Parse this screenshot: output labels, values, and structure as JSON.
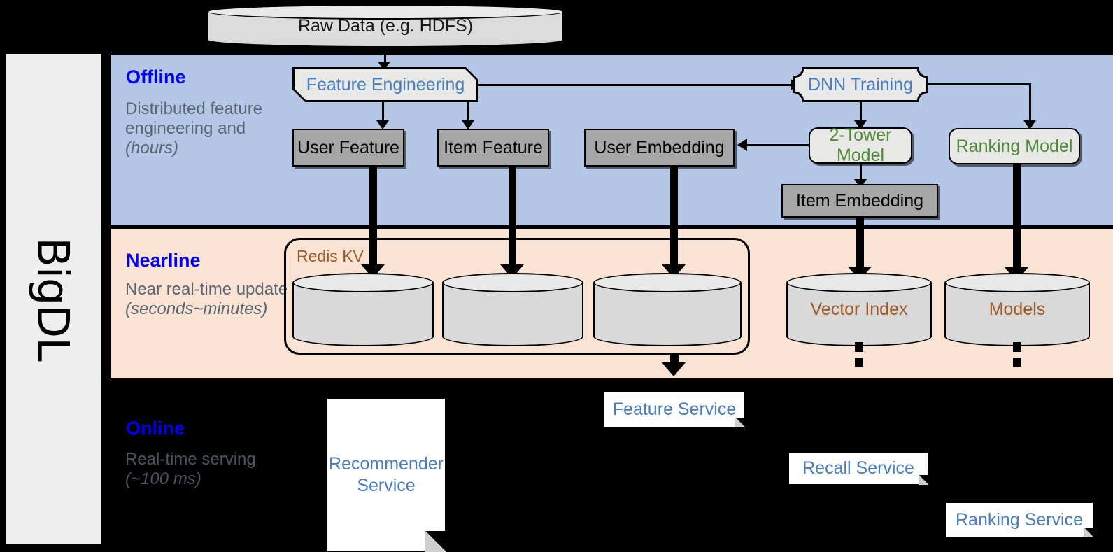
{
  "framework": {
    "name": "BigDL"
  },
  "stages": [
    {
      "id": "offline",
      "title": "Offline",
      "subtitle": "Distributed feature engineering and ",
      "subtitle_em": "(hours)",
      "band_color": "#b4c7e7"
    },
    {
      "id": "nearline",
      "title": "Nearline",
      "subtitle": "Near real-time update ",
      "subtitle_em": "(seconds~minutes)",
      "band_color": "#fbe3d4"
    },
    {
      "id": "online",
      "title": "Online",
      "subtitle": "Real-time serving ",
      "subtitle_em": "(~100 ms)",
      "band_color": "#000000"
    }
  ],
  "source": {
    "label": "Raw Data (e.g. HDFS)"
  },
  "offline": {
    "feature_engineering": "Feature Engineering",
    "dnn_training": "DNN Training",
    "user_feature": "User Feature",
    "item_feature": "Item Feature",
    "user_embedding": "User Embedding",
    "two_tower_model": "2-Tower Model",
    "ranking_model": "Ranking Model",
    "item_embedding": "Item Embedding"
  },
  "nearline": {
    "redis_group": "Redis KV",
    "stores": [
      "",
      "",
      ""
    ],
    "vector_index": "Vector Index",
    "models": "Models"
  },
  "online": {
    "recommender_service_line1": "Recommender",
    "recommender_service_line2": "Service",
    "feature_service": "Feature Service",
    "recall_service": "Recall Service",
    "ranking_service": "Ranking Service"
  },
  "colors": {
    "offline_band": "#b4c7e7",
    "nearline_band": "#fbe3d4",
    "online_band": "#000000",
    "stage_title": "#0000ee",
    "stage_subtitle": "#5a6572",
    "model_green": "#4f8a38",
    "service_blue": "#4a7ebb",
    "store_brown": "#9e5a26",
    "grey_box": "#a6a6a6",
    "light_box": "#e8e8e6",
    "sidebar": "#eeeeee"
  }
}
